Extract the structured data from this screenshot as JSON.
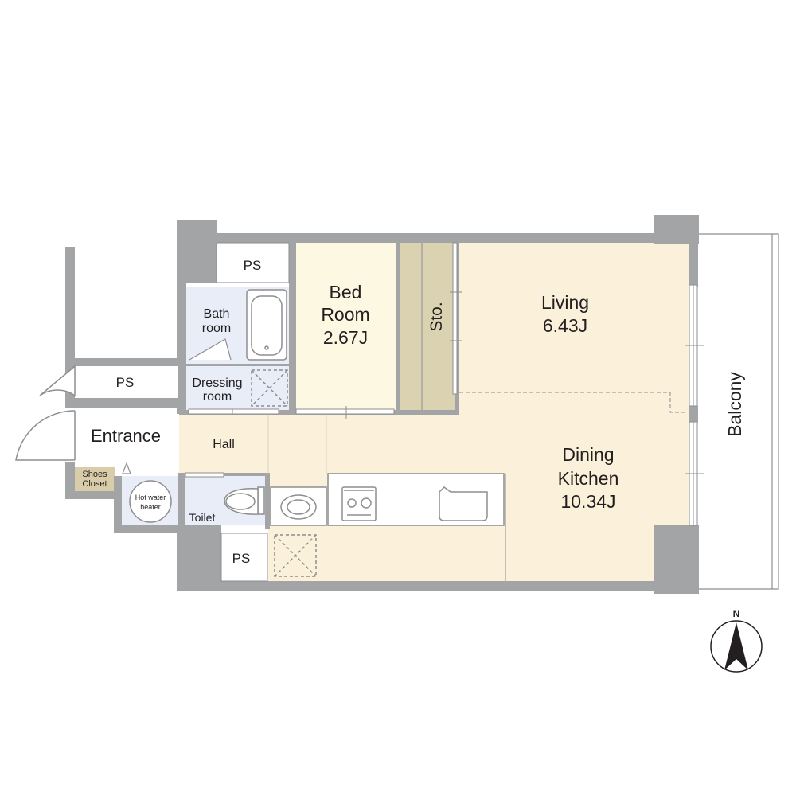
{
  "rooms": {
    "bedroom": {
      "name_line1": "Bed",
      "name_line2": "Room",
      "area": "2.67J"
    },
    "living": {
      "name": "Living",
      "area": "6.43J"
    },
    "dining_kitchen": {
      "name_line1": "Dining",
      "name_line2": "Kitchen",
      "area": "10.34J"
    },
    "bath": {
      "name_line1": "Bath",
      "name_line2": "room"
    },
    "dressing": {
      "name_line1": "Dressing",
      "name_line2": "room"
    },
    "entrance": {
      "name": "Entrance"
    },
    "hall": {
      "name": "Hall"
    },
    "toilet": {
      "name": "Toilet"
    },
    "storage": {
      "name": "Sto."
    },
    "shoes_closet": {
      "name_line1": "Shoes",
      "name_line2": "Closet"
    },
    "water_heater": {
      "name_line1": "Hot water",
      "name_line2": "heater"
    },
    "balcony": {
      "name": "Balcony"
    },
    "pipe_spaces": [
      "PS",
      "PS",
      "PS"
    ]
  },
  "compass": {
    "north_label": "N"
  },
  "colors": {
    "wall": "#a3a4a6",
    "room_fill": "#fbf0d9",
    "bedroom_fill": "#fdf8e1",
    "wet_area_fill": "#e8edf7",
    "storage_fill": "#dbd2b2",
    "shoes_fill": "#d9cda9",
    "line": "#8d8e90"
  }
}
